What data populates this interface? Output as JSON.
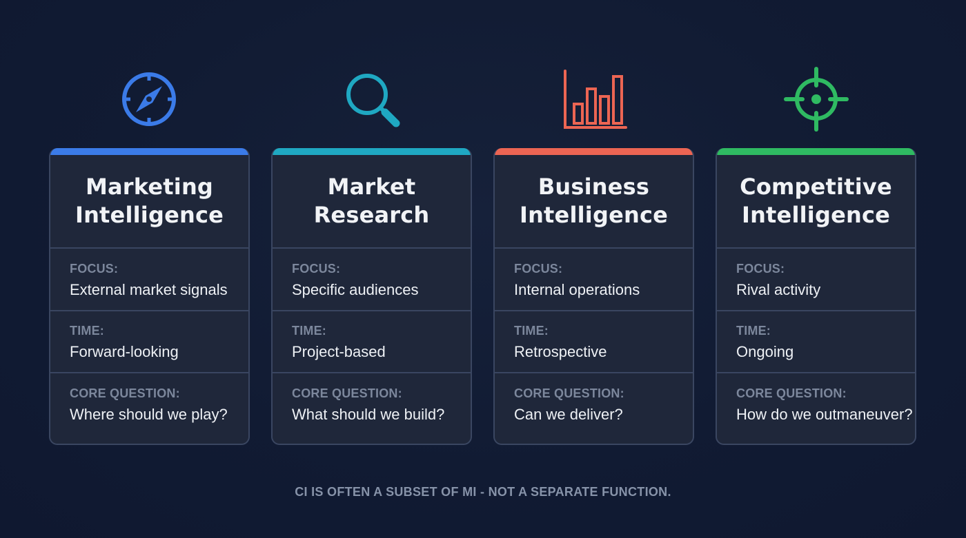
{
  "colors": {
    "background": "#111b33",
    "card_bg": "#1f273a",
    "card_border": "#3a4661",
    "label": "#7c879c",
    "value": "#eef1f5"
  },
  "cards": [
    {
      "icon": "compass-icon",
      "accent": "#3b7be8",
      "title_line1": "Marketing",
      "title_line2": "Intelligence",
      "focus_label": "FOCUS:",
      "focus": "External market signals",
      "time_label": "TIME:",
      "time": "Forward-looking",
      "question_label": "CORE QUESTION:",
      "question": "Where should we play?"
    },
    {
      "icon": "magnifying-glass-icon",
      "accent": "#1fa8c2",
      "title_line1": "Market",
      "title_line2": "Research",
      "focus_label": "FOCUS:",
      "focus": "Specific audiences",
      "time_label": "TIME:",
      "time": "Project-based",
      "question_label": "CORE QUESTION:",
      "question": "What should we build?"
    },
    {
      "icon": "bar-chart-icon",
      "accent": "#ec6553",
      "title_line1": "Business",
      "title_line2": "Intelligence",
      "focus_label": "FOCUS:",
      "focus": "Internal operations",
      "time_label": "TIME:",
      "time": "Retrospective",
      "question_label": "CORE QUESTION:",
      "question": "Can we deliver?"
    },
    {
      "icon": "crosshair-target-icon",
      "accent": "#2fba62",
      "title_line1": "Competitive",
      "title_line2": "Intelligence",
      "focus_label": "FOCUS:",
      "focus": "Rival activity",
      "time_label": "TIME:",
      "time": "Ongoing",
      "question_label": "CORE QUESTION:",
      "question": "How do we outmaneuver?"
    }
  ],
  "footer": "CI IS OFTEN A SUBSET OF MI - NOT A SEPARATE FUNCTION."
}
